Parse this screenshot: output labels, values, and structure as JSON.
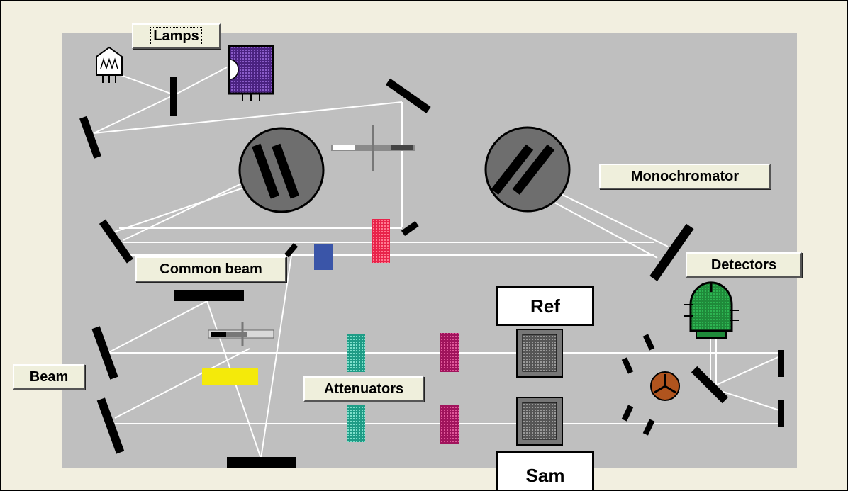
{
  "buttons": {
    "lamps": "Lamps",
    "monochromator": "Monochromator",
    "common_beam": "Common beam",
    "detectors": "Detectors",
    "beam": "Beam",
    "attenuators": "Attenuators"
  },
  "compartments": {
    "ref": "Ref",
    "sam": "Sam"
  },
  "colors": {
    "panel": "#bfbfbf",
    "background": "#f2efe0",
    "lamp_purple": "#5a2d91",
    "filter_red": "#e8234a",
    "filter_blue": "#3a55a8",
    "filter_yellow": "#f4ea0a",
    "attenuator_teal": "#2fbfa3",
    "attenuator_magenta": "#c2186e",
    "detector_green": "#1f8a3a",
    "chopper_brown": "#b0541e"
  },
  "icons": [
    "tungsten-lamp-icon",
    "deuterium-lamp-icon",
    "grating-icon",
    "detector-icon",
    "chopper-icon",
    "mirror-icon"
  ]
}
